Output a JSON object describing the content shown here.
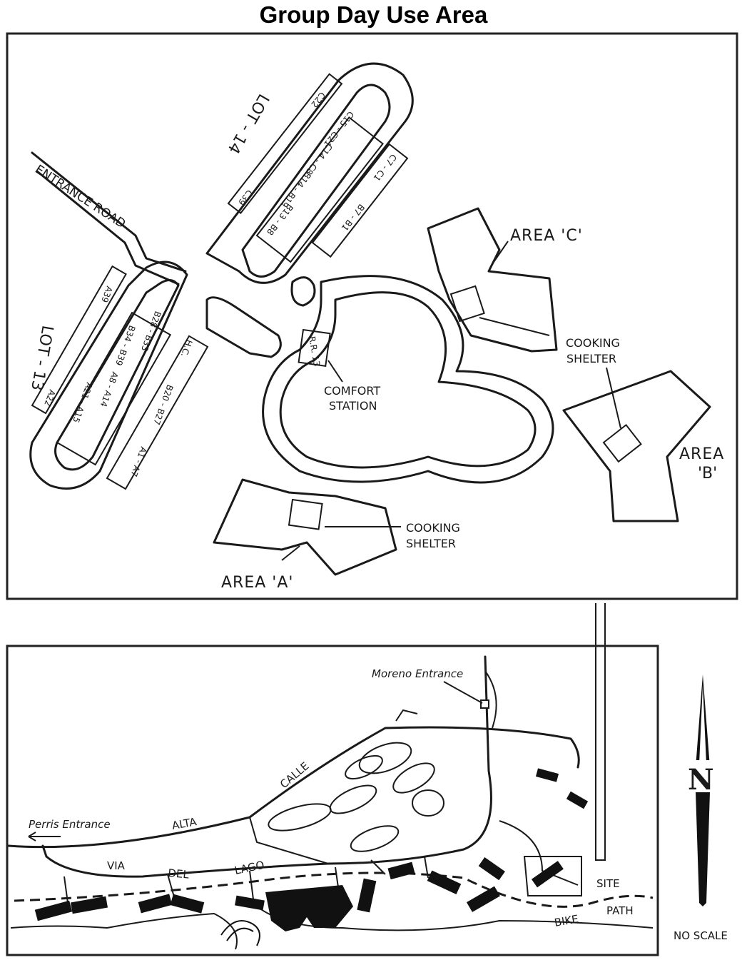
{
  "title": "Group Day Use Area",
  "detail_map": {
    "lots": [
      {
        "name": "LOT - 14",
        "spaces": [
          "C22",
          "C39",
          "C15 - C21",
          "C14 - C8",
          "B14 - B19",
          "B13 - B8",
          "C7 - C1",
          "B7 - B1"
        ]
      },
      {
        "name": "LOT - 13",
        "spaces": [
          "A39",
          "A22",
          "B28 - B33",
          "B34 - B39",
          "A8 - A14",
          "A21 - A15",
          "B20 - B27",
          "A1 - A7"
        ]
      }
    ],
    "handicap_label": "H.C.",
    "entrance_road": "ENTRANCE ROAD",
    "comfort_station_code": "R.R. 13",
    "comfort_station_label_1": "COMFORT",
    "comfort_station_label_2": "STATION",
    "areas": [
      "AREA 'A'",
      "AREA 'B'",
      "AREA 'C'"
    ],
    "area_b_line1": "AREA",
    "area_b_line2": "'B'",
    "cooking_shelter_1": "COOKING",
    "cooking_shelter_2": "SHELTER"
  },
  "overview_map": {
    "moreno_entrance": "Moreno Entrance",
    "perris_entrance": "Perris Entrance",
    "road_words": [
      "CALLE",
      "ALTA",
      "VIA",
      "DEL",
      "LAGO"
    ],
    "site_label": "SITE",
    "bike_path_words": [
      "BIKE",
      "PATH"
    ],
    "north_label": "N",
    "scale_note": "NO SCALE"
  }
}
